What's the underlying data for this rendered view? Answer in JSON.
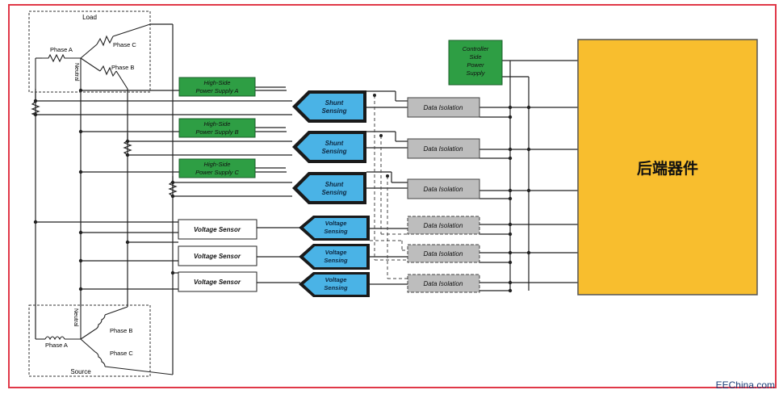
{
  "load": {
    "title": "Load",
    "phase_a": "Phase A",
    "phase_b": "Phase B",
    "phase_c": "Phase C",
    "neutral": "Neutral"
  },
  "source": {
    "title": "Source",
    "phase_a": "Phase A",
    "phase_b": "Phase B",
    "phase_c": "Phase C",
    "neutral": "Neutral"
  },
  "controller_supply": {
    "lines": [
      "Controller",
      "Side",
      "Power",
      "Supply"
    ]
  },
  "high_side": [
    {
      "line1": "High-Side",
      "line2": "Power Supply A"
    },
    {
      "line1": "High-Side",
      "line2": "Power Supply B"
    },
    {
      "line1": "High-Side",
      "line2": "Power Supply C"
    }
  ],
  "shunt_sensing": [
    {
      "line1": "Shunt",
      "line2": "Sensing"
    },
    {
      "line1": "Shunt",
      "line2": "Sensing"
    },
    {
      "line1": "Shunt",
      "line2": "Sensing"
    }
  ],
  "voltage_sensing": [
    {
      "line1": "Voltage",
      "line2": "Sensing"
    },
    {
      "line1": "Voltage",
      "line2": "Sensing"
    },
    {
      "line1": "Voltage",
      "line2": "Sensing"
    }
  ],
  "voltage_sensor": [
    "Voltage Sensor",
    "Voltage Sensor",
    "Voltage Sensor"
  ],
  "data_isolation": [
    "Data Isolation",
    "Data Isolation",
    "Data Isolation",
    "Data Isolation",
    "Data Isolation",
    "Data Isolation"
  ],
  "backend": {
    "label": "后端器件"
  },
  "watermark": "EEChina.com",
  "colors": {
    "frame": "#e03848",
    "green": "#2e9e44",
    "blue": "#4ab3e6",
    "gray": "#bdbdbd",
    "orange": "#f8be2e",
    "wire": "#222222"
  }
}
